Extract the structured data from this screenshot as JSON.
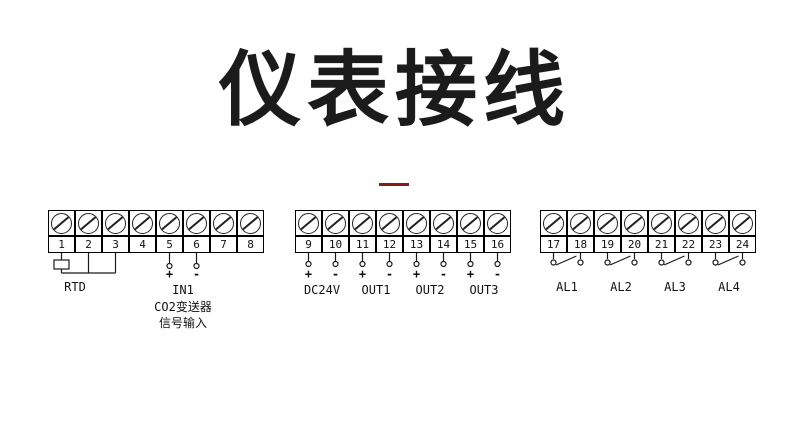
{
  "title": "仪表接线",
  "colors": {
    "accent_red": "#8b1a1a"
  },
  "blocks": [
    {
      "terminals": [
        "1",
        "2",
        "3",
        "4",
        "5",
        "6",
        "7",
        "8"
      ],
      "rtd": {
        "label": "RTD"
      },
      "in1": {
        "plus": "+",
        "minus": "-",
        "label": "IN1",
        "desc_line1": "CO2变送器",
        "desc_line2": "信号输入"
      }
    },
    {
      "terminals": [
        "9",
        "10",
        "11",
        "12",
        "13",
        "14",
        "15",
        "16"
      ],
      "polarity": [
        "+",
        "-",
        "+",
        "-",
        "+",
        "-",
        "+",
        "-"
      ],
      "labels": [
        "DC24V",
        "OUT1",
        "OUT2",
        "OUT3"
      ]
    },
    {
      "terminals": [
        "17",
        "18",
        "19",
        "20",
        "21",
        "22",
        "23",
        "24"
      ],
      "labels": [
        "AL1",
        "AL2",
        "AL3",
        "AL4"
      ]
    }
  ]
}
